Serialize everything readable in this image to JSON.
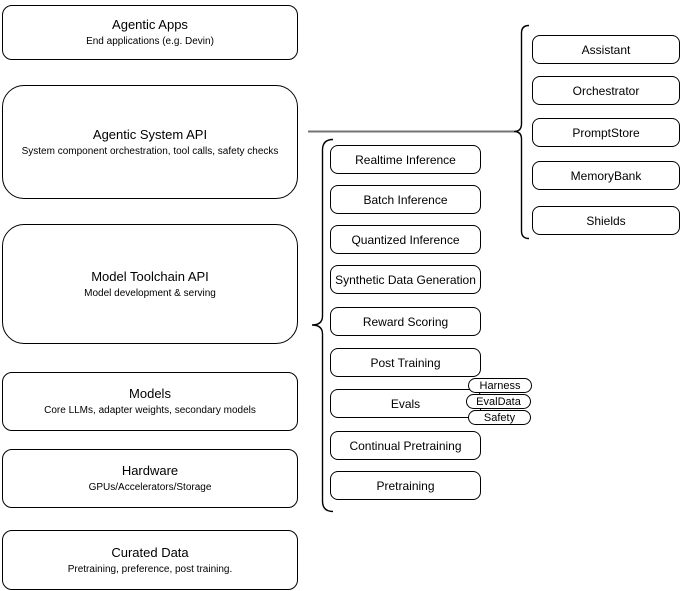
{
  "diagram": {
    "left_stack": [
      {
        "title": "Agentic Apps",
        "subtitle": "End applications (e.g. Devin)"
      },
      {
        "title": "Agentic System API",
        "subtitle": "System component orchestration, tool calls, safety checks"
      },
      {
        "title": "Model Toolchain API",
        "subtitle": "Model development & serving"
      },
      {
        "title": "Models",
        "subtitle": "Core LLMs, adapter weights, secondary models"
      },
      {
        "title": "Hardware",
        "subtitle": "GPUs/Accelerators/Storage"
      },
      {
        "title": "Curated Data",
        "subtitle": "Pretraining, preference, post training."
      }
    ],
    "toolchain_group": {
      "items": [
        {
          "label": "Realtime Inference"
        },
        {
          "label": "Batch Inference"
        },
        {
          "label": "Quantized Inference"
        },
        {
          "label": "Synthetic Data Generation"
        },
        {
          "label": "Reward Scoring"
        },
        {
          "label": "Post Training"
        },
        {
          "label": "Evals"
        },
        {
          "label": "Continual Pretraining"
        },
        {
          "label": "Pretraining"
        }
      ]
    },
    "evals_pills": [
      {
        "label": "Harness"
      },
      {
        "label": "EvalData"
      },
      {
        "label": "Safety"
      }
    ],
    "system_group": {
      "items": [
        {
          "label": "Assistant"
        },
        {
          "label": "Orchestrator"
        },
        {
          "label": "PromptStore"
        },
        {
          "label": "MemoryBank"
        },
        {
          "label": "Shields"
        }
      ]
    },
    "colors": {
      "stroke": "#000000",
      "fill": "#ffffff",
      "connector": "#737373"
    }
  }
}
